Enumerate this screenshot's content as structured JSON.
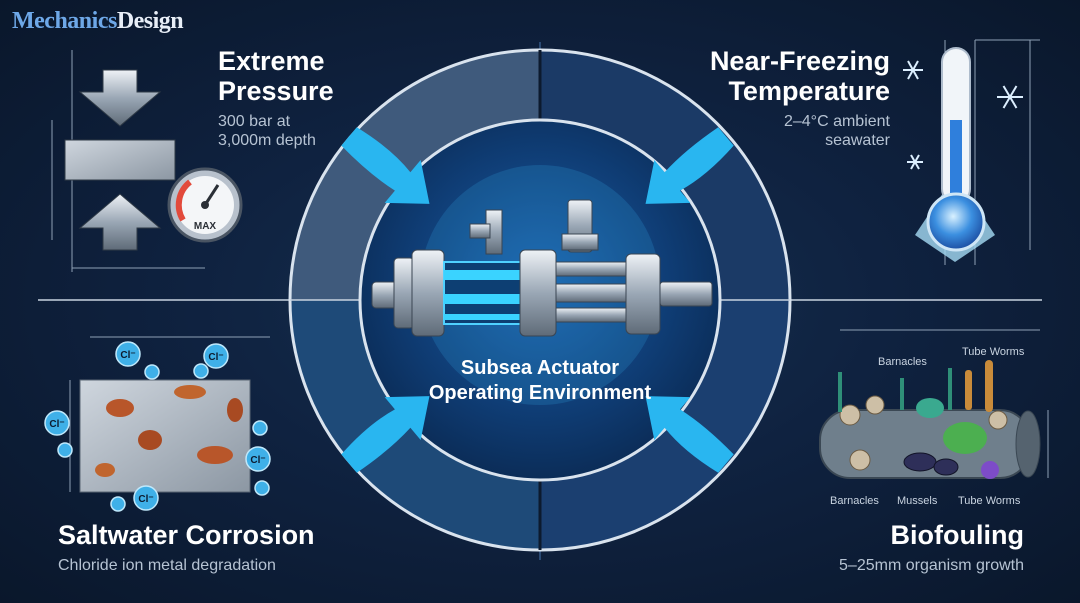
{
  "brand": {
    "part1": "Mechanics",
    "part2": "Design"
  },
  "center_label": "Subsea Actuator Operating Environment",
  "quadrants": {
    "pressure": {
      "title_line1": "Extreme",
      "title_line2": "Pressure",
      "sub_line1": "300 bar at",
      "sub_line2": "3,000m depth",
      "gauge_label": "MAX"
    },
    "temperature": {
      "title_line1": "Near-Freezing",
      "title_line2": "Temperature",
      "sub_line1": "2–4°C ambient",
      "sub_line2": "seawater"
    },
    "corrosion": {
      "title": "Saltwater Corrosion",
      "sub": "Chloride ion metal degradation",
      "ion_label": "Cl⁻"
    },
    "biofouling": {
      "title": "Biofouling",
      "sub": "5–25mm organism growth",
      "labels_top": [
        "Barnacles",
        "Tube Worms"
      ],
      "labels_bottom": [
        "Barnacles",
        "Mussels",
        "Tube Worms"
      ]
    }
  },
  "colors": {
    "arrow": "#29b6f0",
    "ring_top_left": "#3f5a7c",
    "ring_top_right": "#1b3a66",
    "ring_bottom_left": "#1e4a78",
    "ring_bottom_right": "#1b3f70"
  }
}
